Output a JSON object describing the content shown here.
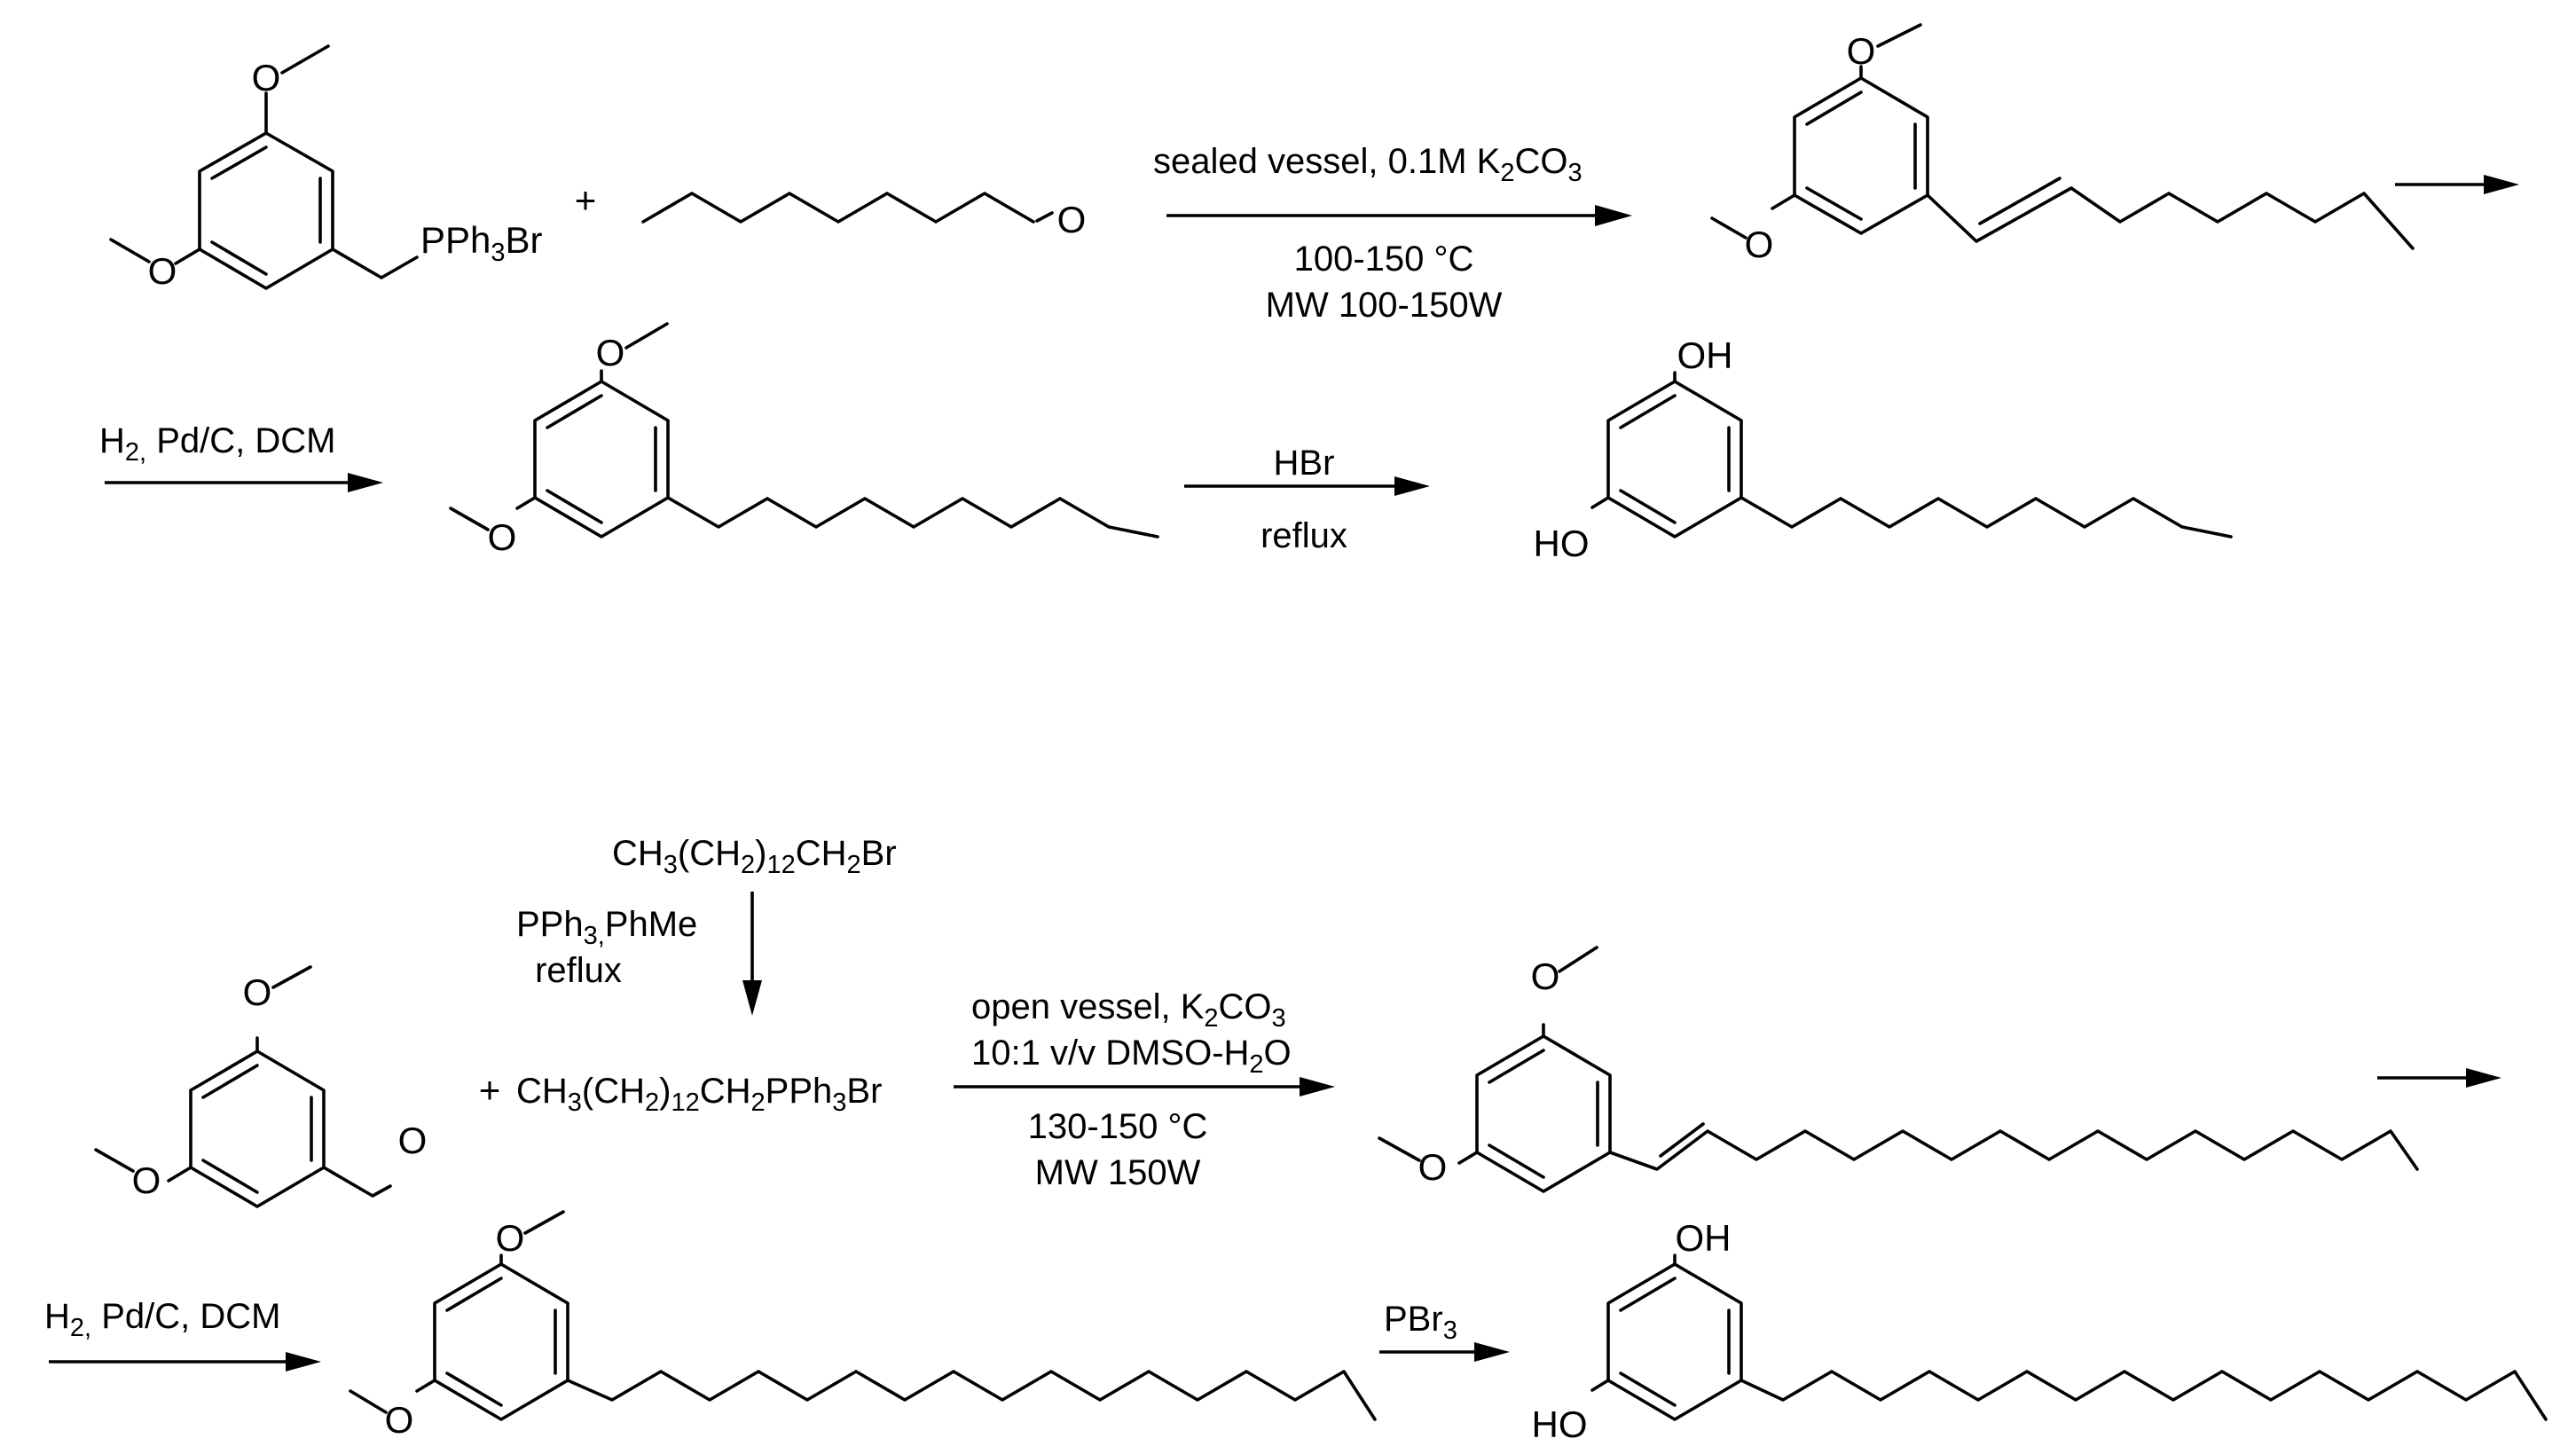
{
  "scheme1": {
    "reagent_salt": "PPh3Br",
    "plus": "+",
    "step1_conditions": {
      "line1": "sealed vessel, 0.1M K2CO3",
      "line2": "100-150 °C",
      "line3": "MW 100-150W"
    },
    "step2_conditions": "H2, Pd/C, DCM",
    "step3_conditions": {
      "line1": "HBr",
      "line2": "reflux"
    }
  },
  "scheme2": {
    "alkyl_bromide": "CH3(CH2)12CH2Br",
    "salt_prep_conditions": {
      "line1": "PPh3,PhMe",
      "line2": "reflux"
    },
    "plus": "+",
    "ylide_salt": "CH3(CH2)12CH2PPh3Br",
    "step1_conditions": {
      "line1": "open vessel, K2CO3",
      "line2": "10:1 v/v DMSO-H2O",
      "line3": "130-150 °C",
      "line4": "MW 150W"
    },
    "step2_conditions": "H2, Pd/C, DCM",
    "step3_conditions": "PBr3"
  },
  "atoms": {
    "oxygen": "O",
    "hydroxyl": "OH",
    "hydroxyl_left": "HO"
  },
  "icons": {
    "arrow": "reaction-arrow-icon"
  }
}
